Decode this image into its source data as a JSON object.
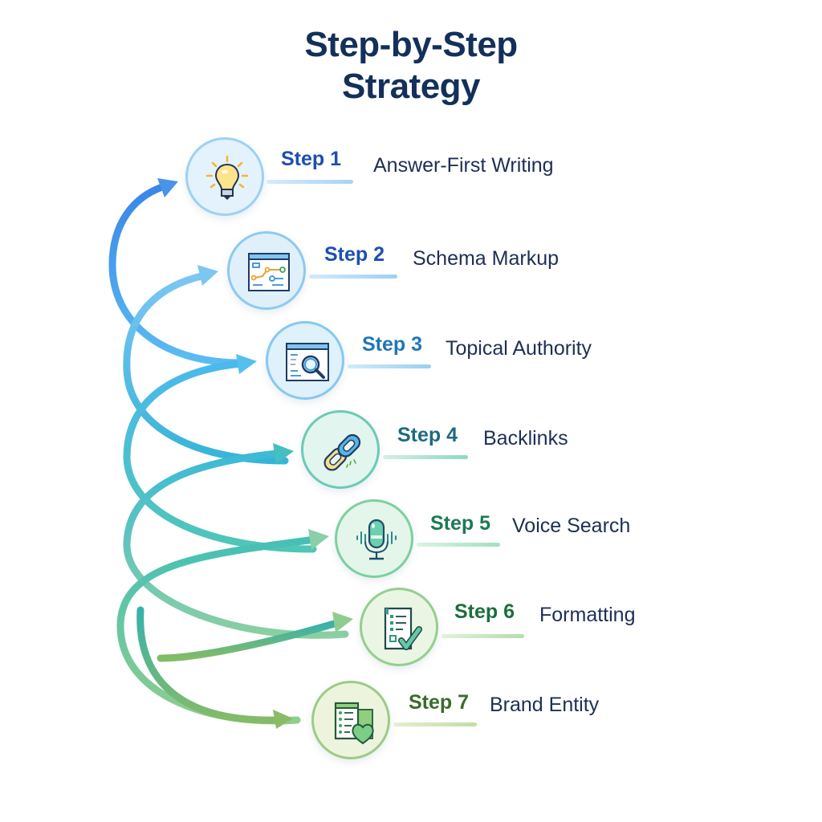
{
  "title": {
    "line1": "Step-by-Step",
    "line2": "Strategy"
  },
  "steps": [
    {
      "num": "Step 1",
      "title": "Answer-First Writing",
      "icon": "lightbulb-icon",
      "num_color": "#1c4fb0",
      "ring_color": "#9dd1f3",
      "fill": "#e3f2fc",
      "bar_color": "#a8d3f5"
    },
    {
      "num": "Step 2",
      "title": "Schema Markup",
      "icon": "schema-diagram-icon",
      "num_color": "#1c4fb0",
      "ring_color": "#8dcaf0",
      "fill": "#dff0fb",
      "bar_color": "#9fcff2"
    },
    {
      "num": "Step 3",
      "title": "Topical Authority",
      "icon": "search-magnifier-icon",
      "num_color": "#1e76b9",
      "ring_color": "#86c9ef",
      "fill": "#dff1fb",
      "bar_color": "#98d0f0"
    },
    {
      "num": "Step 4",
      "title": "Backlinks",
      "icon": "chain-link-icon",
      "num_color": "#1e6a80",
      "ring_color": "#6ccab5",
      "fill": "#e2f5ee",
      "bar_color": "#8ed8c4"
    },
    {
      "num": "Step 5",
      "title": "Voice Search",
      "icon": "microphone-icon",
      "num_color": "#1b7a56",
      "ring_color": "#7cd0a0",
      "fill": "#e4f6e9",
      "bar_color": "#a3e0bd"
    },
    {
      "num": "Step 6",
      "title": "Formatting",
      "icon": "checklist-icon",
      "num_color": "#1c6e3e",
      "ring_color": "#93cf8e",
      "fill": "#eaf6e3",
      "bar_color": "#b3deaa"
    },
    {
      "num": "Step 7",
      "title": "Brand Entity",
      "icon": "brand-document-heart-icon",
      "num_color": "#3a6b2b",
      "ring_color": "#9dcb84",
      "fill": "#edf4de",
      "bar_color": "#c3dea4"
    }
  ],
  "colors": {
    "title": "#13305a",
    "step_title": "#1d2f55",
    "arrow_start": "#3f8ee8",
    "arrow_mid": "#3fc4cc",
    "arrow_end": "#7ab86a"
  }
}
